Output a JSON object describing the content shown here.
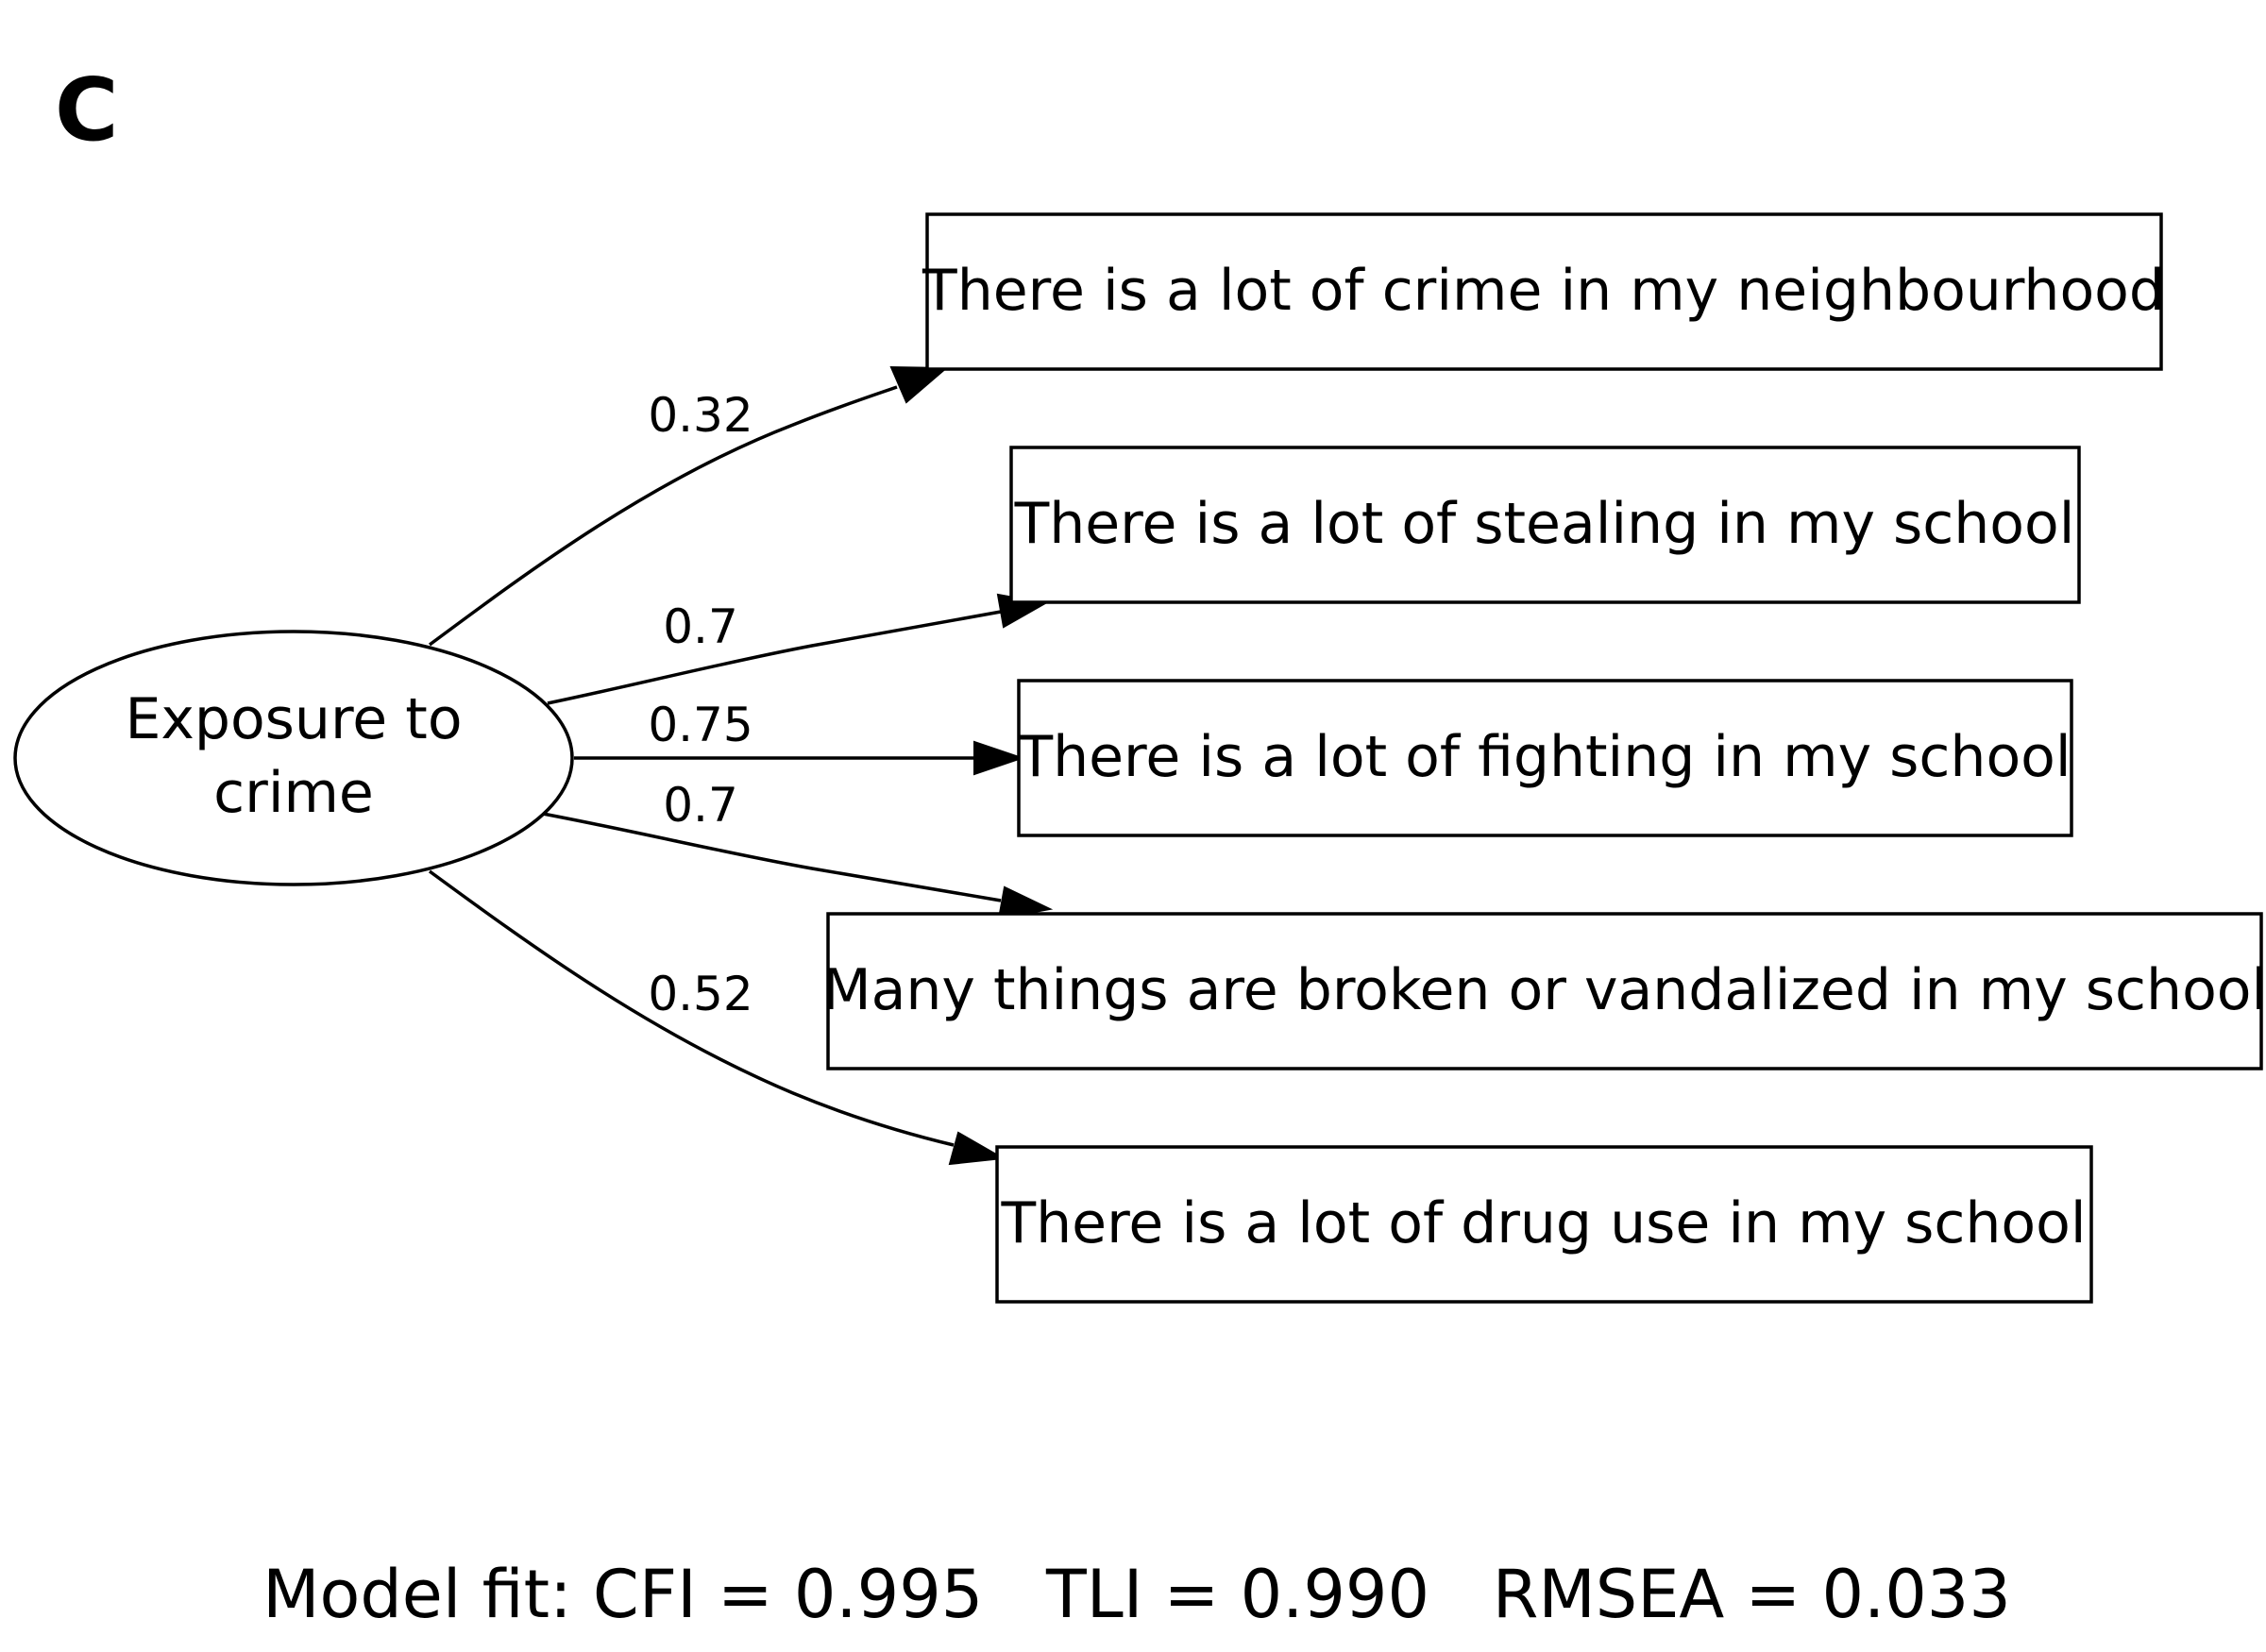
{
  "panel_label": "C",
  "latent": {
    "label_line1": "Exposure to",
    "label_line2": "crime"
  },
  "indicators": [
    {
      "label": "There is a lot of crime in my neighbourhood",
      "loading": "0.32"
    },
    {
      "label": "There is a lot of stealing in my school",
      "loading": "0.7"
    },
    {
      "label": "There is a lot of fighting in my school",
      "loading": "0.75"
    },
    {
      "label": "Many things are broken or vandalized in my school",
      "loading": "0.7"
    },
    {
      "label": "There is a lot of drug use in my school",
      "loading": "0.52"
    }
  ],
  "model_fit": {
    "text": "Model fit: CFI = 0.995   TLI = 0.990   RMSEA = 0.033"
  }
}
